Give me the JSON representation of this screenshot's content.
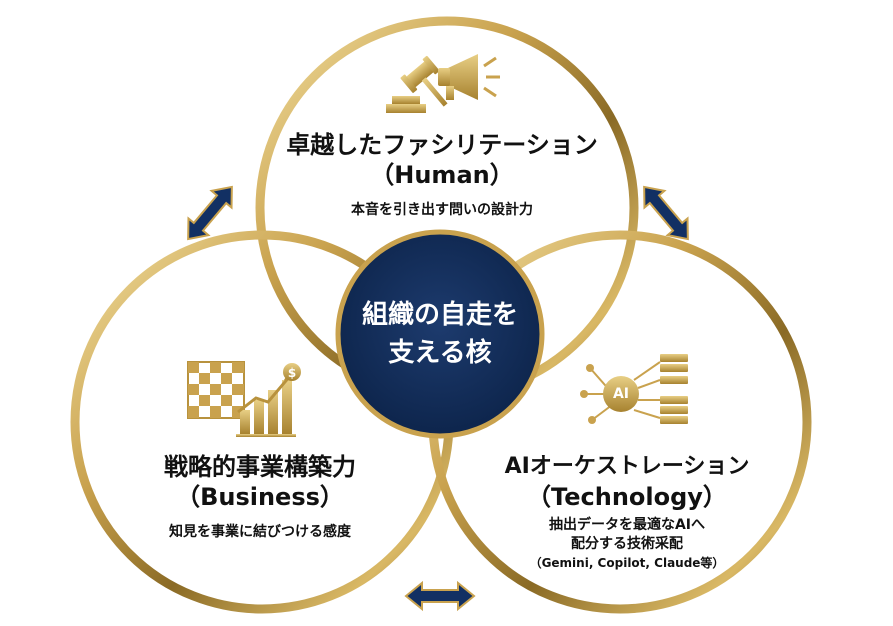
{
  "colors": {
    "gold_light": "#f2dfa0",
    "gold_mid": "#c9a24e",
    "gold_dark": "#8a6a25",
    "navy": "#0f2a55",
    "text": "#111111",
    "background": "#ffffff"
  },
  "center": {
    "line1": "組織の自走を",
    "line2": "支える核"
  },
  "human": {
    "title": "卓越したファシリテーション",
    "subtitle": "（Human）",
    "desc": "本音を引き出す問いの設計力",
    "icon": "gavel-megaphone-icon"
  },
  "business": {
    "title": "戦略的事業構築力",
    "subtitle": "（Business）",
    "desc": "知見を事業に結びつける感度",
    "icon": "chessboard-growth-chart-icon"
  },
  "technology": {
    "title": "AIオーケストレーション",
    "subtitle": "（Technology）",
    "desc_line1": "抽出データを最適なAIへ",
    "desc_line2": "配分する技術采配",
    "desc_line3": "（Gemini, Copilot, Claude等）",
    "icon": "ai-network-icon",
    "icon_label": "AI"
  },
  "arrows": [
    "double-arrow-left-icon",
    "double-arrow-right-icon",
    "double-arrow-bottom-icon"
  ]
}
